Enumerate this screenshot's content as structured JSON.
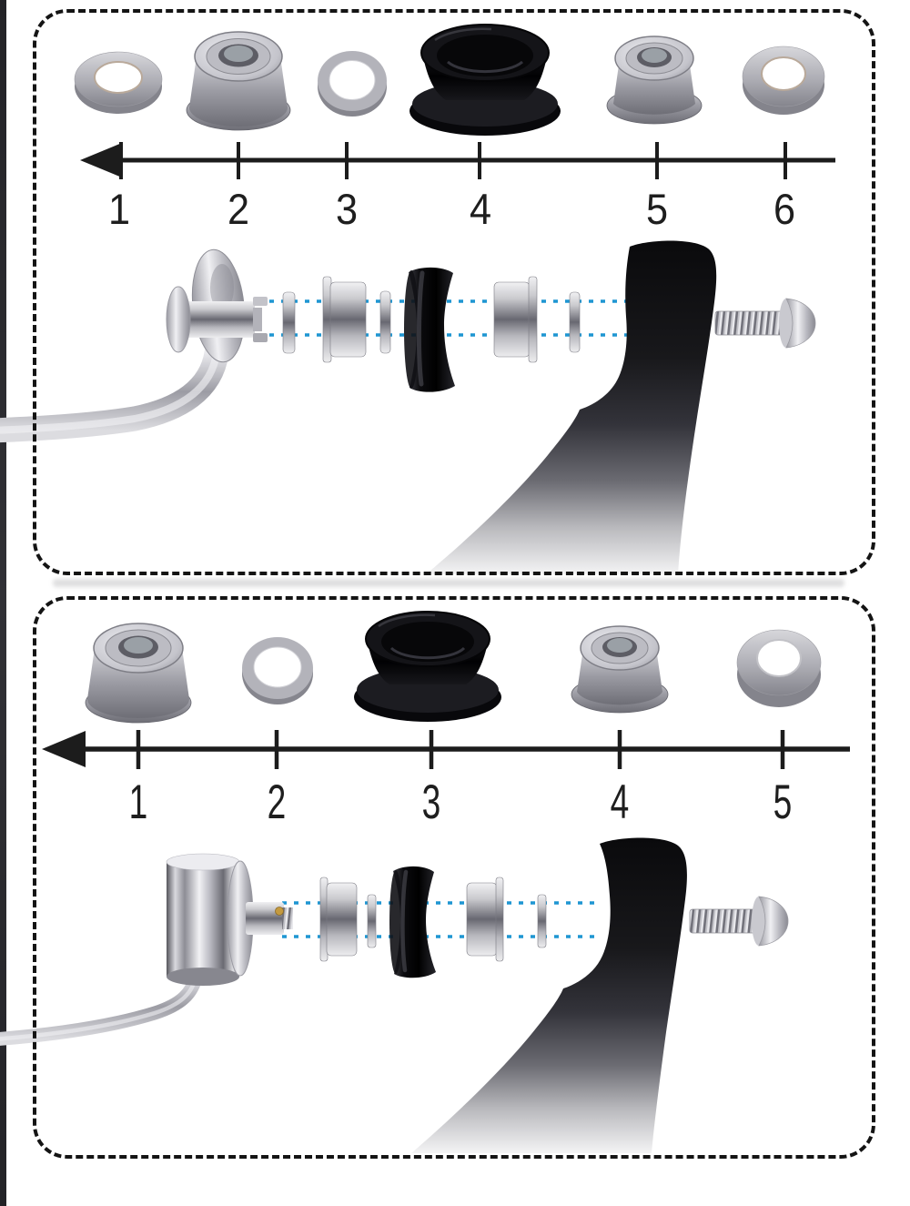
{
  "colors": {
    "background": "#ffffff",
    "panel_border": "#141414",
    "guide_line_blue": "#1e96d2",
    "scale_arrow": "#1c1c1c",
    "label_text": "#1e1e1e",
    "knob_black": "#0a0a0d",
    "metal_silver": "#b9b9c0"
  },
  "panels": [
    {
      "id": "top-assembly-option",
      "parts_row": [
        "flat-washer",
        "flanged-bearing",
        "shim-washer",
        "black-knob",
        "flanged-bearing",
        "flat-washer"
      ],
      "scale": {
        "direction": "left",
        "labels": [
          "1",
          "2",
          "3",
          "4",
          "5",
          "6"
        ]
      },
      "assembly": {
        "left_part": "chrome-handle-arm",
        "stack_order": [
          "shim-washer",
          "flanged-bearing",
          "shim-washer",
          "black-knob",
          "flanged-bearing",
          "shim-washer"
        ],
        "right_part": "knob-arm-body",
        "fastener": "pan-head-screw",
        "guides": "blue-dotted-alignment-lines"
      }
    },
    {
      "id": "bottom-assembly-option",
      "parts_row": [
        "flanged-bearing",
        "shim-washer",
        "black-knob",
        "flanged-bearing",
        "flat-washer"
      ],
      "scale": {
        "direction": "left",
        "labels": [
          "1",
          "2",
          "3",
          "4",
          "5"
        ]
      },
      "assembly": {
        "left_part": "chrome-crank-drum",
        "stack_order": [
          "flanged-bearing",
          "shim-washer",
          "black-knob",
          "flanged-bearing",
          "shim-washer"
        ],
        "right_part": "knob-arm-body",
        "fastener": "pan-head-screw",
        "guides": "blue-dotted-alignment-lines"
      }
    }
  ]
}
